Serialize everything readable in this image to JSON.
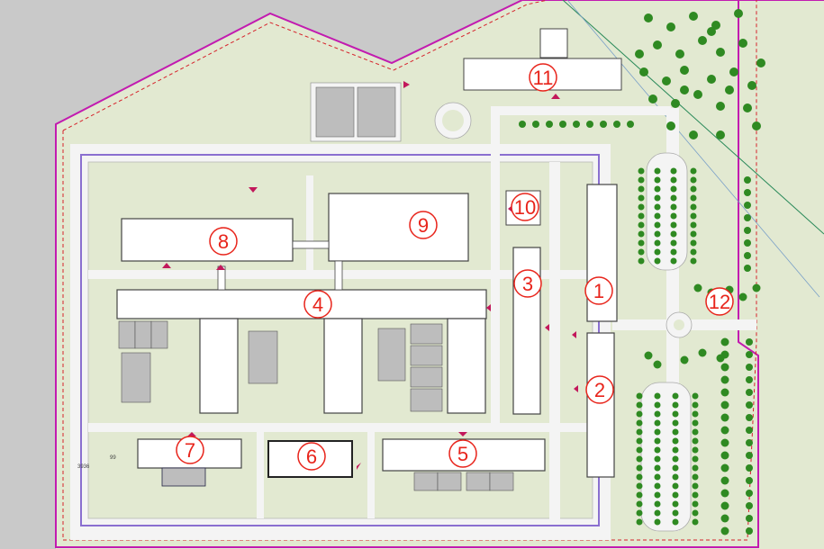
{
  "plan": {
    "colors": {
      "outside": "#c9c9c9",
      "lawn": "#e2e9d1",
      "road": "#f4f4f4",
      "boundary": "#c21bb0",
      "boundary_dashed": "#d6222b",
      "fence": "#8a6fd0",
      "tree": "#2f8a22",
      "label": "#e8241b",
      "existing_building": "#bdbdbd"
    },
    "buildings": [
      {
        "id": "11",
        "label": "11"
      },
      {
        "id": "10",
        "label": "10"
      },
      {
        "id": "9",
        "label": "9"
      },
      {
        "id": "8",
        "label": "8"
      },
      {
        "id": "4",
        "label": "4"
      },
      {
        "id": "3",
        "label": "3"
      },
      {
        "id": "1",
        "label": "1"
      },
      {
        "id": "12",
        "label": "12"
      },
      {
        "id": "2",
        "label": "2"
      },
      {
        "id": "7",
        "label": "7"
      },
      {
        "id": "6",
        "label": "6"
      },
      {
        "id": "5",
        "label": "5"
      }
    ],
    "small_marks": {
      "mark_a": "3936",
      "mark_b": "99"
    }
  }
}
